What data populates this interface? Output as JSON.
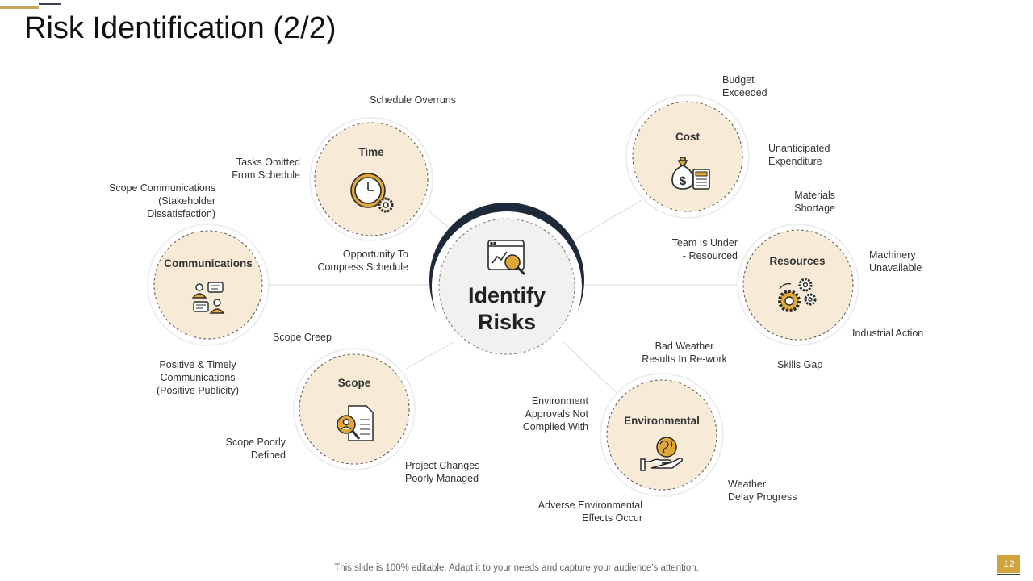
{
  "title": "Risk Identification (2/2)",
  "center": {
    "line1": "Identify",
    "line2": "Risks"
  },
  "categories": {
    "time": "Time",
    "cost": "Cost",
    "communications": "Communications",
    "resources": "Resources",
    "scope": "Scope",
    "environmental": "Environmental"
  },
  "labels": {
    "schedule_overruns": "Schedule Overruns",
    "tasks_omitted": [
      "Tasks Omitted",
      "From Schedule"
    ],
    "opportunity_compress": [
      "Opportunity To",
      "Compress Schedule"
    ],
    "scope_communications": [
      "Scope Communications",
      "(Stakeholder",
      "Dissatisfaction)"
    ],
    "positive_timely": [
      "Positive & Timely",
      "Communications",
      "(Positive Publicity)"
    ],
    "scope_creep": "Scope Creep",
    "scope_poorly_defined": [
      "Scope Poorly",
      "Defined"
    ],
    "project_changes": [
      "Project Changes",
      "Poorly Managed"
    ],
    "budget_exceeded": [
      "Budget",
      "Exceeded"
    ],
    "unanticipated": [
      "Unanticipated",
      "Expenditure"
    ],
    "materials_shortage": [
      "Materials",
      "Shortage"
    ],
    "team_under": [
      "Team Is Under",
      "- Resourced"
    ],
    "machinery": [
      "Machinery",
      "Unavailable"
    ],
    "industrial_action": "Industrial Action",
    "skills_gap": "Skills Gap",
    "bad_weather": [
      "Bad Weather",
      "Results In Re-work"
    ],
    "environment_approvals": [
      "Environment",
      "Approvals  Not",
      "Complied  With"
    ],
    "adverse_effects": [
      "Adverse  Environmental",
      "Effects Occur"
    ],
    "weather_delay": [
      "Weather",
      "Delay Progress"
    ]
  },
  "footer": "This slide is 100% editable. Adapt it to your needs and capture your audience's attention.",
  "page_number": "12",
  "colors": {
    "accent_gold": "#d4a23a",
    "circle_fill": "#f7ead6",
    "center_fill": "#f1f1f1",
    "center_ring": "#1e2a3a",
    "icon_stroke": "#2b2b2b",
    "icon_gold": "#e0a83a"
  }
}
